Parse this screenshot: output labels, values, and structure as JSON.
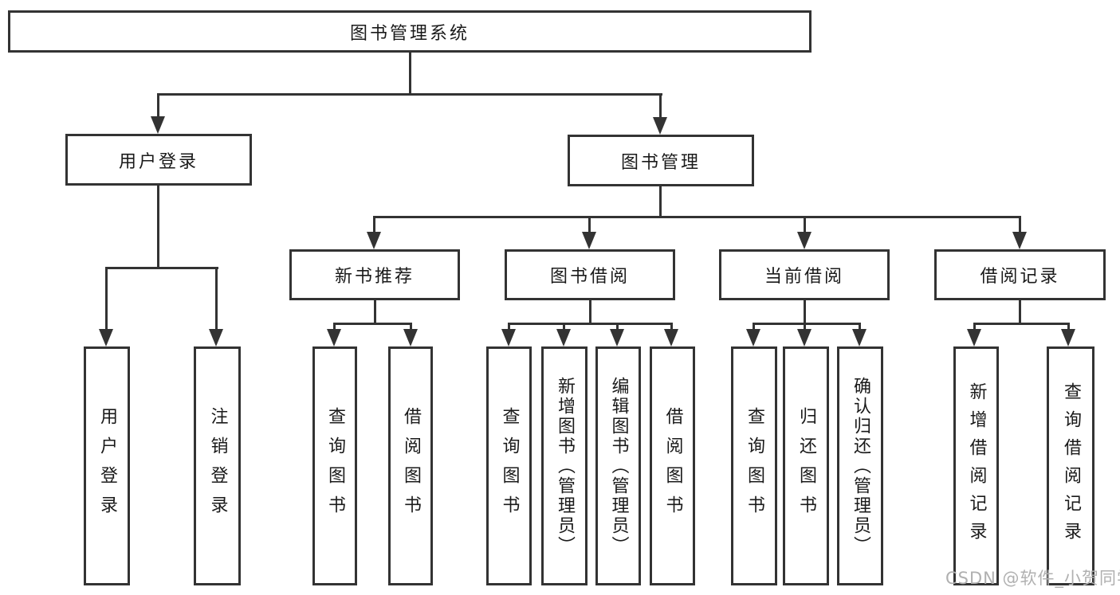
{
  "diagram": {
    "root": {
      "label": "图书管理系统"
    },
    "level2": [
      {
        "label": "用户登录"
      },
      {
        "label": "图书管理"
      }
    ],
    "level3": [
      {
        "label": "新书推荐"
      },
      {
        "label": "图书借阅"
      },
      {
        "label": "当前借阅"
      },
      {
        "label": "借阅记录"
      }
    ],
    "leaves": {
      "user_login": [
        "用户登录",
        "注销登录"
      ],
      "new_book_recommend": [
        "查询图书",
        "借阅图书"
      ],
      "book_borrow": [
        "查询图书",
        "新增图书（管理员）",
        "编辑图书（管理员）",
        "借阅图书"
      ],
      "current_borrow": [
        "查询图书",
        "归还图书",
        "确认归还（管理员）"
      ],
      "borrow_record": [
        "新增借阅记录",
        "查询借阅记录"
      ]
    }
  },
  "watermark": {
    "text": "CSDN @软件_小贺同学"
  },
  "colors": {
    "line": "#333333",
    "text": "#1a1a1a",
    "background": "#ffffff",
    "watermark": "#b0b0b0"
  }
}
